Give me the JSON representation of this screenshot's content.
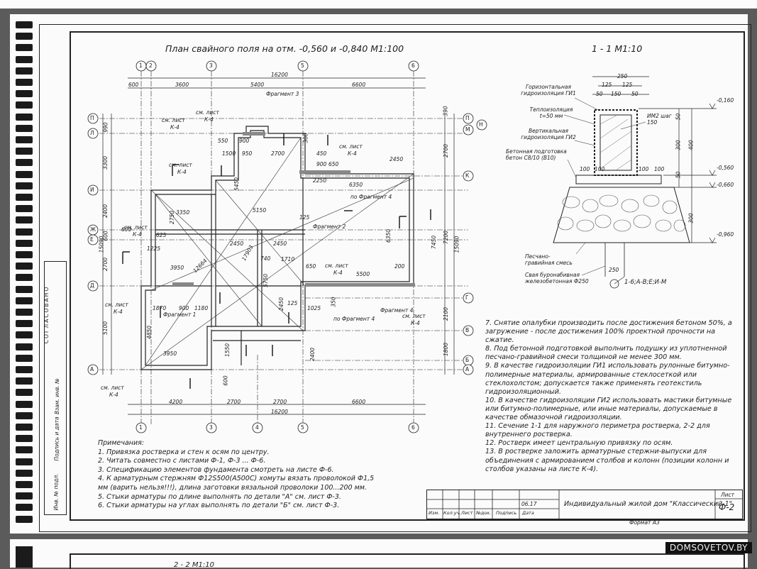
{
  "page": {
    "plan_title": "План свайного поля на отм. -0,560 и -0,840 М1:100",
    "section_title": "1 - 1 М1:10",
    "bottom_section_title": "2 - 2 М1:10",
    "watermark": "DOMSOVETOV.BY"
  },
  "axes": {
    "columns": [
      "1",
      "2",
      "3",
      "4",
      "5",
      "6"
    ],
    "rows": [
      "П",
      "Л",
      "М",
      "Н",
      "К",
      "И",
      "Ж",
      "Е",
      "Д",
      "Г",
      "В",
      "Б",
      "А"
    ]
  },
  "dimensions": {
    "top_overall": "16200",
    "top_chain": [
      "600",
      "3600",
      "5400",
      "6600"
    ],
    "bottom_chain": [
      "4200",
      "2700",
      "2700",
      "6600"
    ],
    "bottom_overall": "16200",
    "left_chain": [
      "990",
      "3300",
      "2400",
      "600",
      "2700",
      "5100"
    ],
    "left_overall": "15090",
    "right_chain": [
      "390",
      "2700",
      "7200",
      "2100",
      "1800"
    ],
    "right_overall": "15090",
    "inner": [
      "550",
      "900",
      "1500",
      "950",
      "2700",
      "450",
      "900",
      "650",
      "2450",
      "2250",
      "6350",
      "5150",
      "3350",
      "2750",
      "5450",
      "125",
      "2450",
      "2450",
      "740",
      "1710",
      "650",
      "5500",
      "200",
      "1225",
      "3950",
      "1870",
      "900",
      "1180",
      "125",
      "2450",
      "1025",
      "350",
      "3950",
      "1550",
      "2400",
      "600",
      "5750",
      "12664",
      "17903",
      "4850",
      "600",
      "625",
      "7450",
      "6350",
      "300"
    ]
  },
  "labels": {
    "fragment3": "Фрагмент 3",
    "fragment2": "Фрагмент 2",
    "fragment1": "Фрагмент 1",
    "fragment4": "Фрагмент 4",
    "po_fragment4a": "по Фрагмент 4",
    "po_fragment4b": "по Фрагмент 4",
    "see_sheet": "см. лист",
    "k4": "К-4"
  },
  "section": {
    "dims_top": [
      "250",
      "125",
      "125",
      "50",
      "150",
      "50"
    ],
    "level_1": "-0,160",
    "level_2": "-0,560",
    "level_3": "-0,660",
    "level_4": "-0,960",
    "horiz_iso": "Горизонтальная гидроизоляция ГИ1",
    "insulation": "Теплоизоляция t=50 мм",
    "vert_iso": "Вертикальная гидроизоляция ГИ2",
    "concrete_prep": "Бетонная подготовка бетон С8/10 (В10)",
    "mesh": "ИМ2 шаг 150",
    "sand_gravel": "Песчано-гравийная смесь",
    "pile": "Свая буронабивная железобетонная Ф250",
    "pile_dim": "250",
    "axes_ref": "1-6;А-В;Е;И-М",
    "side_dims": [
      "50",
      "300",
      "400",
      "50",
      "300"
    ],
    "base_dims": [
      "100",
      "100",
      "100",
      "100"
    ]
  },
  "notes_left": {
    "heading": "Примечания:",
    "items": [
      "1. Привязка ростверка и стен к осям по центру.",
      "2. Читать совместно с листами Ф-1, Ф-3 ... Ф-6.",
      "3. Спецификацию элементов фундамента смотреть на листе Ф-6.",
      "4. К арматурным стержням Ф12S500(A500С) хомуты вязать проволокой Ф1,5 мм (варить нельзя!!!), длина заготовки вязальной проволоки 100...200 мм.",
      "5. Стыки арматуры по длине выполнять по детали \"А\" см. лист Ф-3.",
      "6. Стыки арматуры на углах выполнять по детали \"Б\" см. лист Ф-3."
    ]
  },
  "notes_right": [
    "7. Снятие опалубки производить после достижения бетоном 50%, а загружение - после достижения 100% проектной прочности на сжатие.",
    "8. Под бетонной подготовкой выполнить подушку из уплотненной песчано-гравийной смеси толщиной не менее 300 мм.",
    "9. В качестве гидроизоляции ГИ1 использовать рулонные битумно-полимерные материалы, армированные стеклосеткой или стеклохолстом; допускается также применять геотекстиль гидроизоляционный.",
    "10. В качестве гидроизоляции ГИ2 использовать мастики битумные или битумно-полимерные, или иные материалы, допускаемые в качестве обмазочной гидроизоляции.",
    "11. Сечение 1-1 для наружного периметра ростверка, 2-2 для внутреннего ростверка.",
    "12. Ростверк имеет центральную привязку по осям.",
    "13. В ростверке заложить арматурные стержни-выпуски для объединения с армированием столбов и колонн (позиции колонн и столбов указаны на листе К-4)."
  ],
  "side_stamp": {
    "agreed": "СОГЛАСОВАНО",
    "vzam": "Взам. инв. №",
    "sign_date": "Подпись и дата",
    "inv_orig": "Инв. № подл."
  },
  "title_block": {
    "project": "Индивидуальный жилой дом \"Классический-1\"",
    "sheet_label": "Лист",
    "sheet": "Ф-2",
    "format": "Формат А3",
    "date": "06.17",
    "cols": [
      "Изм.",
      "Кол.уч.",
      "Лист",
      "№док.",
      "Подпись",
      "Дата"
    ]
  }
}
